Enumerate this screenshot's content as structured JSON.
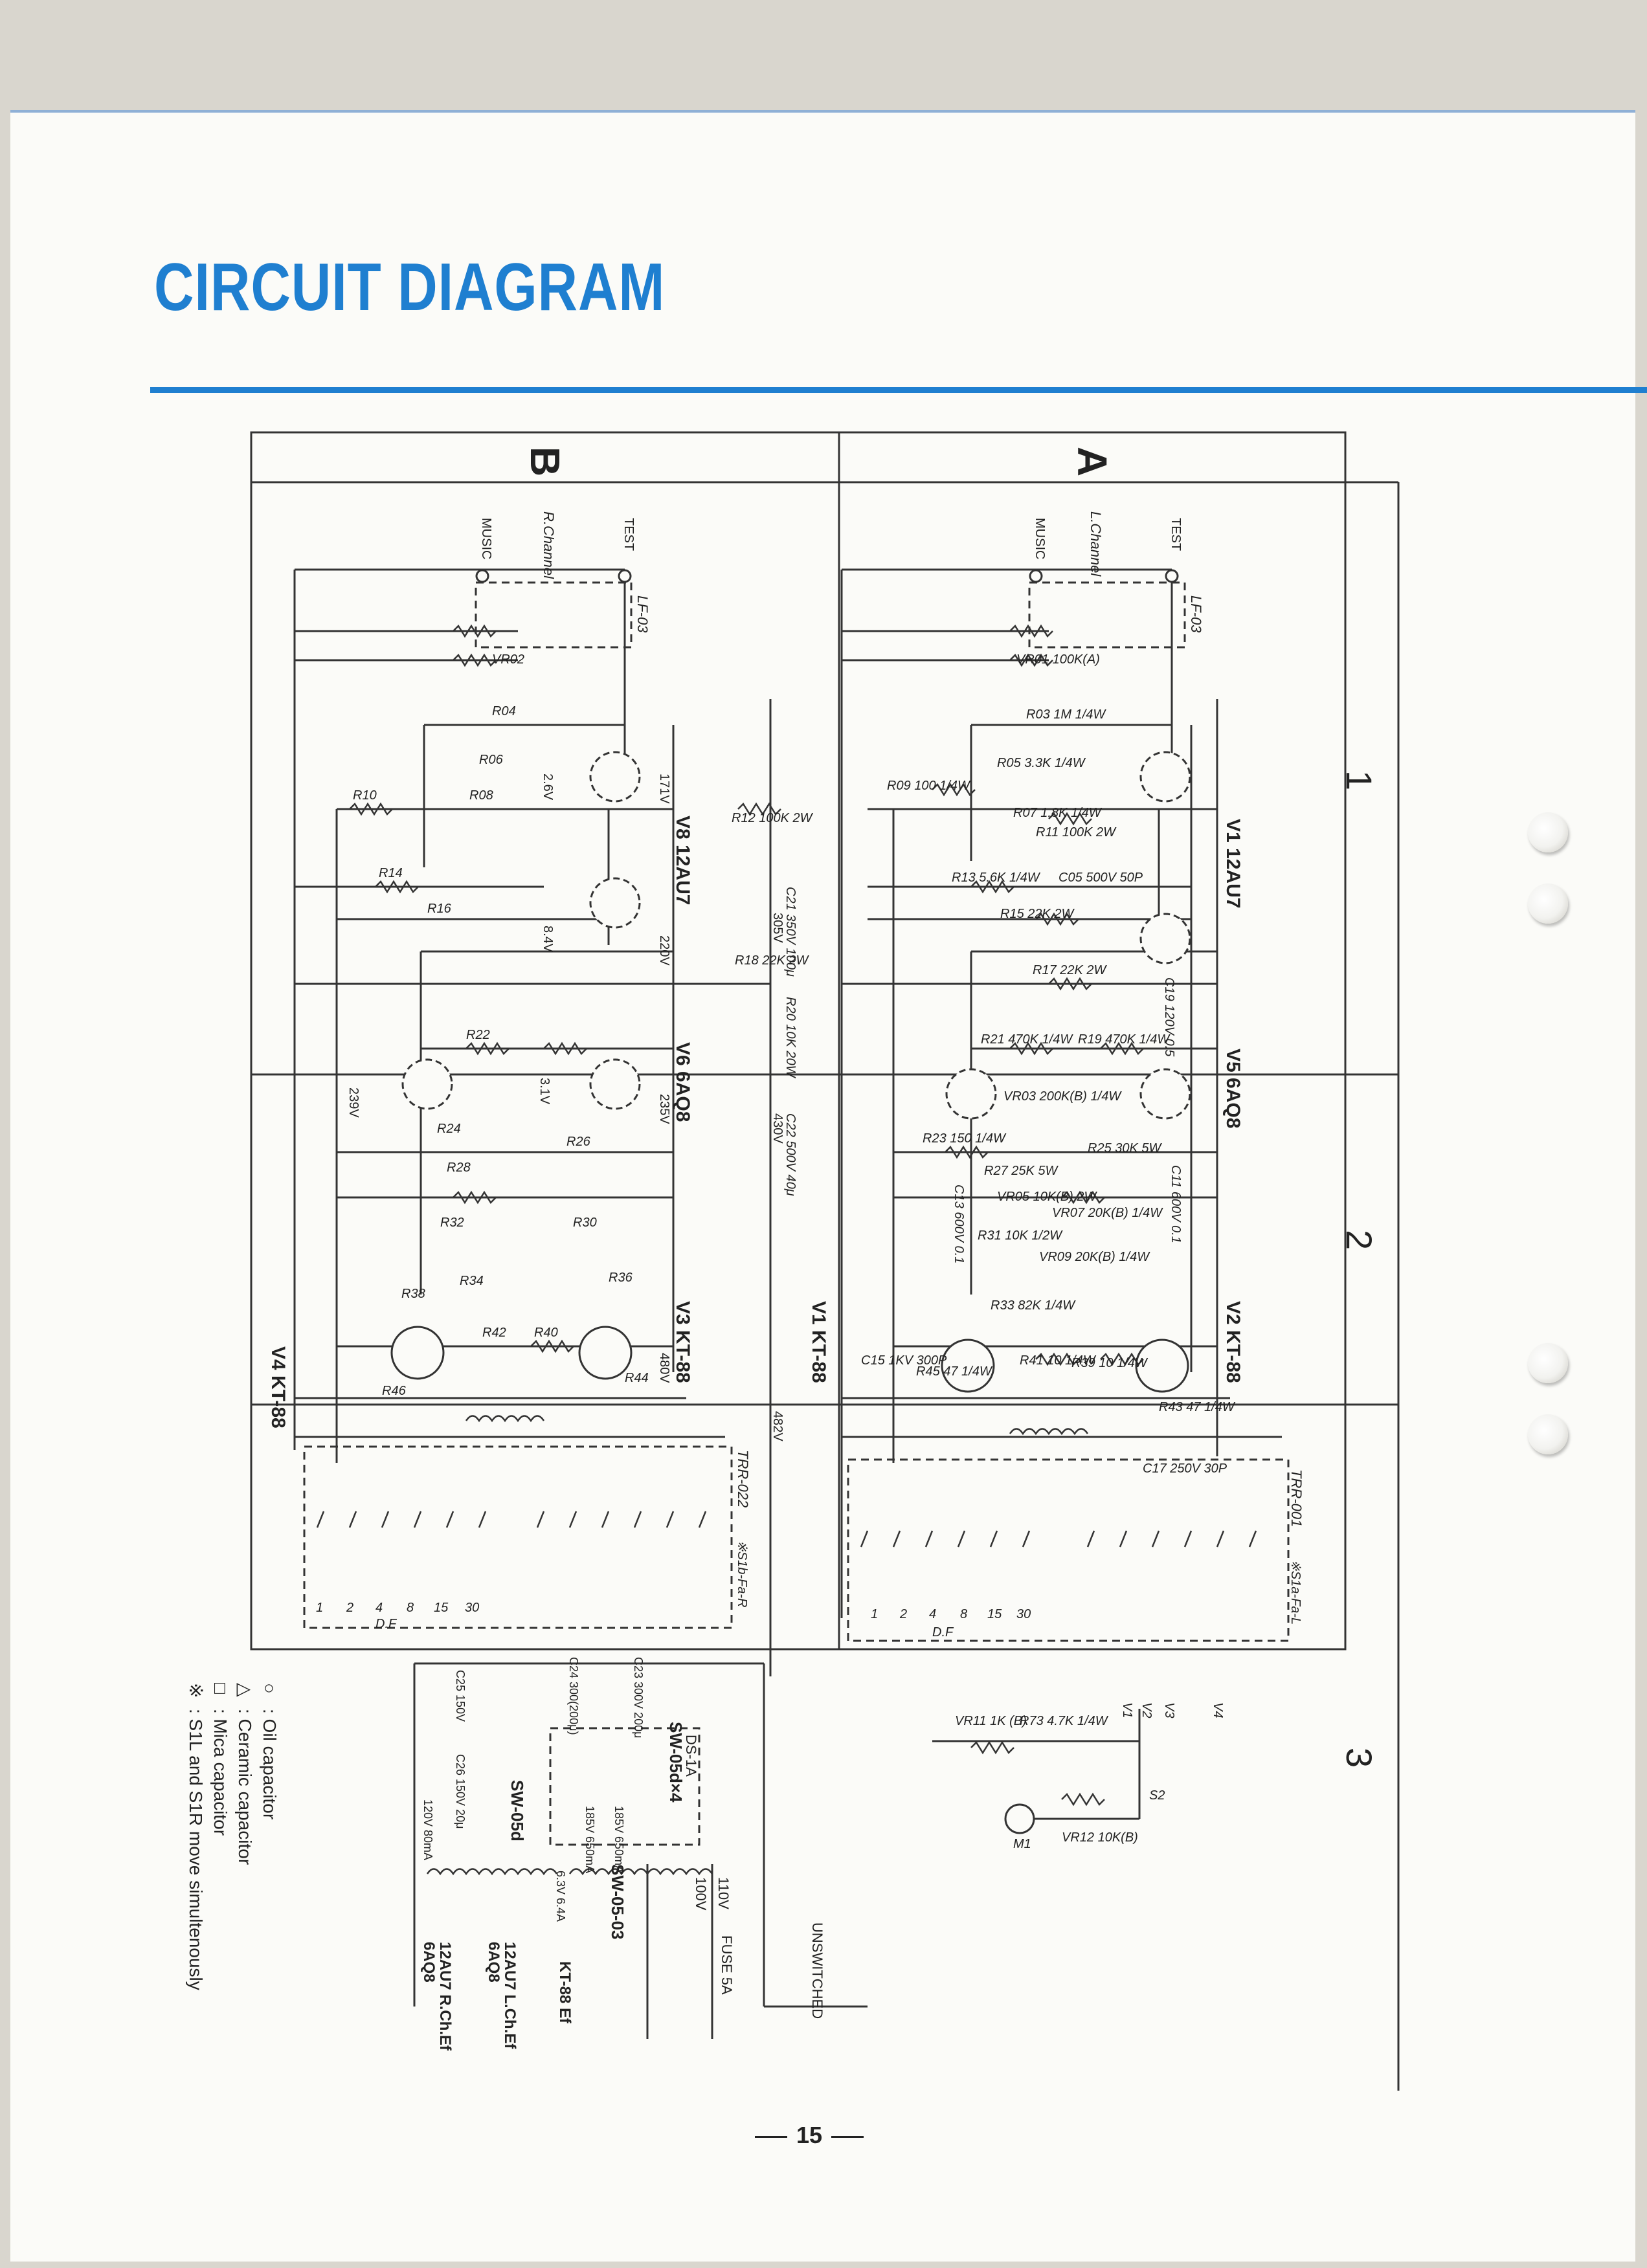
{
  "title": "CIRCUIT DIAGRAM",
  "page_number": "15",
  "sections": {
    "a": {
      "letter": "A",
      "channel": "L.Channel",
      "input_music": "MUSIC",
      "input_test": "TEST",
      "filter": "LF-03",
      "transformer": "TRR-001",
      "switch_note": "※S1a-Fa-L"
    },
    "b": {
      "letter": "B",
      "channel": "R.Channel",
      "input_music": "MUSIC",
      "input_test": "TEST",
      "filter": "LF-03",
      "transformer": "TRR-022",
      "switch_note": "※S1b-Fa-R"
    }
  },
  "zones": [
    "1",
    "2",
    "3"
  ],
  "tubes": {
    "v1": "V1 12AU7",
    "v5": "V5 6AQ8",
    "v2": "V2 KT-88",
    "v1b": "V1 KT-88",
    "v8": "V8 12AU7",
    "v6": "V6 6AQ8",
    "v3": "V3 KT-88",
    "v4": "V4 KT-88"
  },
  "a_components": [
    "VR01 100K(A)",
    "R03 1M 1/4W",
    "R05 3.3K 1/4W",
    "R09 100 1/4W",
    "R07 1.8K 1/4W",
    "R11 100K 2W",
    "R13 5.6K 1/4W",
    "C05 500V 50P",
    "R15 22K 2W",
    "R17 22K 2W",
    "R21 470K 1/4W",
    "R19 470K 1/4W",
    "VR03 200K(B) 1/4W",
    "R23 150 1/4W",
    "R25 30K 5W",
    "R27 25K 5W",
    "VR05 10K(B) 2W",
    "VR07 20K(B) 1/4W",
    "R31 10K 1/2W",
    "VR09 20K(B) 1/4W",
    "R33 82K 1/4W",
    "R41 10 1/4W",
    "R39 10 1/4W",
    "R43 47 1/4W",
    "R45 47 1/4W",
    "C17 250V 30P",
    "C15 1KV 300P",
    "C19 120V 0.5",
    "C13 600V 0.1",
    "C11 600V 0.1"
  ],
  "b_components": [
    "VR02",
    "R04",
    "R06",
    "R08",
    "R10",
    "R12 100K 2W",
    "R14",
    "R16",
    "R18 22K 2W",
    "C21 350V 100μ",
    "C22 500V 40μ",
    "R20 10K 20W",
    "R22",
    "R24",
    "R26",
    "R28",
    "R30",
    "R32",
    "R34",
    "R36",
    "R38",
    "R40",
    "R42",
    "R44",
    "R46"
  ],
  "voltages": [
    "171V",
    "2.6V",
    "220V",
    "8.4V",
    "235V",
    "3.1V",
    "239V",
    "480V",
    "305V",
    "430V",
    "482V"
  ],
  "output_taps": [
    "1",
    "2",
    "4",
    "8",
    "15",
    "30"
  ],
  "output_label": "D.F",
  "power_section": {
    "transformer": "SW-05-03",
    "choke_main": "SW-05d",
    "choke_b": "SW-05d×4",
    "rectifier": "DS-1A",
    "fuse": "FUSE 5A",
    "mains": [
      "110V",
      "100V"
    ],
    "outlet": "UNSWITCHED",
    "capacitors": [
      "C23 300V 200μ",
      "C24 300(200μ)",
      "C25 150V",
      "C26 150V 20μ"
    ],
    "heaters": [
      "KT-88 Ef",
      "12AU7 L.Ch.Ef",
      "6AQ8",
      "12AU7 R.Ch.Ef",
      "6AQ8"
    ],
    "windings": [
      "185V 650mA",
      "185V 650mA",
      "6.3V 6.4A",
      "120V 80mA"
    ],
    "meter": {
      "vr11": "VR11 1K (B)",
      "r73": "R73 4.7K 1/4W",
      "vr12": "VR12 10K(B)",
      "meter_label": "M1",
      "switch": "S2",
      "taps": [
        "V1",
        "V2",
        "V3",
        "V4"
      ]
    }
  },
  "legend": [
    {
      "symbol": "○",
      "text": ": Oil capacitor"
    },
    {
      "symbol": "△",
      "text": ": Ceramic capacitor"
    },
    {
      "symbol": "□",
      "text": ": Mica capacitor"
    },
    {
      "symbol": "※",
      "text": ": S1L and S1R move simultenously"
    }
  ],
  "colors": {
    "title": "#1f7fd0",
    "rule": "#1f7fd0",
    "ink": "#222222",
    "paper": "#fbfbf8"
  }
}
